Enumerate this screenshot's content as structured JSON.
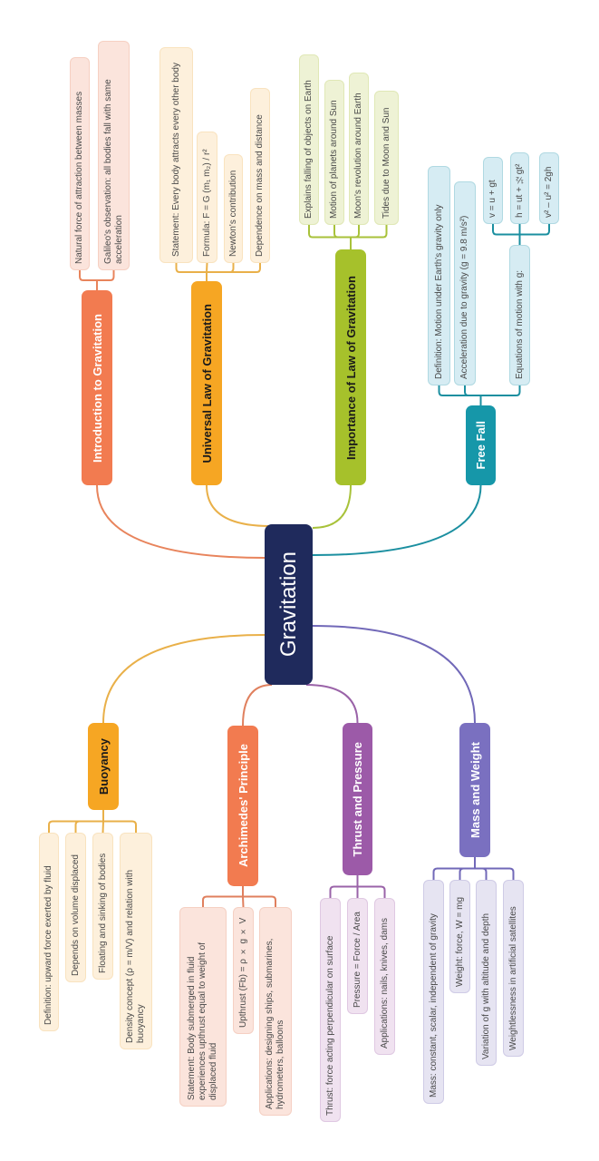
{
  "center": {
    "label": "Gravitation",
    "color": "#1f2a5c"
  },
  "branches": [
    {
      "label": "Introduction to Gravitation",
      "color": "#f27b50",
      "line": "#e8845c",
      "leaf_bg": "#fbe4dc",
      "leaves": [
        {
          "label": "Natural force of attraction between masses"
        },
        {
          "label": "Galileo's observation: all bodies fall with same acceleration"
        }
      ]
    },
    {
      "label": "Universal Law of Gravitation",
      "color": "#f6a623",
      "line": "#e9b049",
      "leaf_bg": "#fdf0dc",
      "leaves": [
        {
          "label": "Statement: Every body attracts every other body"
        },
        {
          "label": "Formula: F = G (m₁ m₂) / r²"
        },
        {
          "label": "Newton's contribution"
        },
        {
          "label": "Dependence on mass and distance"
        }
      ]
    },
    {
      "label": "Importance of Law of Gravitation",
      "color": "#a6c12b",
      "line": "#a8c23a",
      "leaf_bg": "#eef2d5",
      "leaves": [
        {
          "label": "Explains falling of objects on Earth"
        },
        {
          "label": "Motion of planets around Sun"
        },
        {
          "label": "Moon's revolution around Earth"
        },
        {
          "label": "Tides due to Moon and Sun"
        }
      ]
    },
    {
      "label": "Free Fall",
      "color": "#1697a9",
      "line": "#1b8fa0",
      "leaf_bg": "#d6ecf3",
      "leaves": [
        {
          "label": "Definition: Motion under Earth's gravity only"
        },
        {
          "label": "Acceleration due to gravity (g = 9.8 m/s²)"
        },
        {
          "label": "Equations of motion with g:",
          "children": [
            {
              "label": "v = u + gt"
            },
            {
              "label": "h = ut + ½gt²"
            },
            {
              "label": "v² – u² = 2gh"
            }
          ]
        }
      ]
    },
    {
      "label": "Buoyancy",
      "color": "#f6a623",
      "line": "#e9b049",
      "leaf_bg": "#fdf0dc",
      "leaves": [
        {
          "label": "Definition: upward force exerted by fluid"
        },
        {
          "label": "Depends on volume displaced"
        },
        {
          "label": "Floating and sinking of bodies"
        },
        {
          "label": "Density concept (ρ = m/V) and relation with buoyancy"
        }
      ]
    },
    {
      "label": "Archimedes' Principle",
      "color": "#f27b50",
      "line": "#e0805e",
      "leaf_bg": "#fbe4dc",
      "leaves": [
        {
          "label": "Statement: Body submerged in fluid experiences upthrust equal to weight of displaced fluid"
        },
        {
          "label": "Upthrust (Fb) = ρ × g × V"
        },
        {
          "label": "Applications: designing ships, submarines, hydrometers, balloons"
        }
      ]
    },
    {
      "label": "Thrust and Pressure",
      "color": "#9c5aa8",
      "line": "#9a63a8",
      "leaf_bg": "#f0e2f0",
      "leaves": [
        {
          "label": "Thrust: force acting perpendicular on surface"
        },
        {
          "label": "Pressure = Force / Area"
        },
        {
          "label": "Applications: nails, knives, dams"
        }
      ]
    },
    {
      "label": "Mass and Weight",
      "color": "#7a70c0",
      "line": "#7168b8",
      "leaf_bg": "#e6e4f2",
      "leaves": [
        {
          "label": "Mass: constant, scalar, independent of gravity"
        },
        {
          "label": "Weight: force, W = mg"
        },
        {
          "label": "Variation of g with altitude and depth"
        },
        {
          "label": "Weightlessness in artificial satellites"
        }
      ]
    }
  ]
}
